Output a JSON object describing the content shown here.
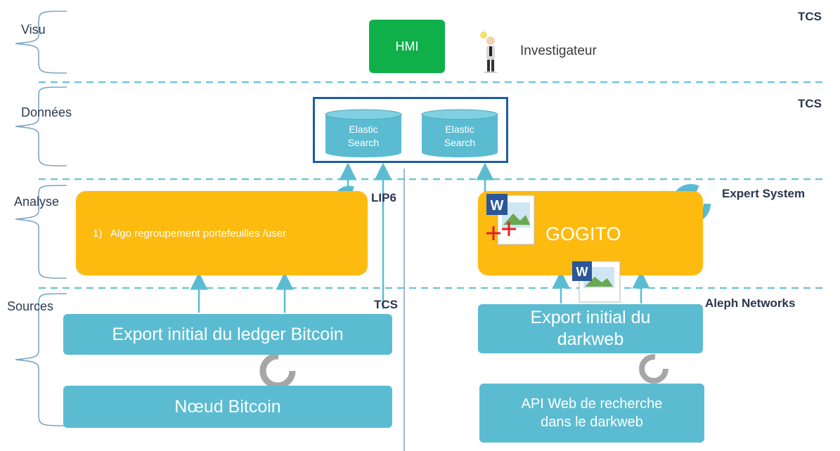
{
  "layers": {
    "visu": "Visu",
    "donnees": "Données",
    "analyse": "Analyse",
    "sources": "Sources"
  },
  "owners": {
    "visu": "TCS",
    "donnees": "TCS",
    "lip6": "LIP6",
    "expert": "Expert System",
    "sources_tcs": "TCS",
    "aleph": "Aleph Networks"
  },
  "visu": {
    "hmi_label": "HMI",
    "investigator_label": "Investigateur"
  },
  "donnees": {
    "db1_line1": "Elastic",
    "db1_line2": "Search",
    "db2_line1": "Elastic",
    "db2_line2": "Search"
  },
  "analyse": {
    "algo_label": "1)   Algo regroupement portefeuilles /user",
    "gogito_label": "GOGITO"
  },
  "sources": {
    "export_bitcoin": "Export initial du ledger Bitcoin",
    "noeud_bitcoin": "Nœud Bitcoin",
    "export_darkweb_line1": "Export initial du",
    "export_darkweb_line2": "darkweb",
    "api_line1": "API Web de recherche",
    "api_line2": "dans le darkweb"
  },
  "colors": {
    "teal": "#5bbcd1",
    "yellow": "#fdbb10",
    "green": "#0fb04a",
    "navy_border": "#1d5ca8",
    "dash_line": "#76c4d8",
    "arrow": "#5bbcd1",
    "gray_cycle": "#a6a6a6"
  },
  "icons": {
    "investigator": "person-lightbulb-icon",
    "cycle": "refresh-cycle-icon",
    "document": "word-document-icon"
  }
}
